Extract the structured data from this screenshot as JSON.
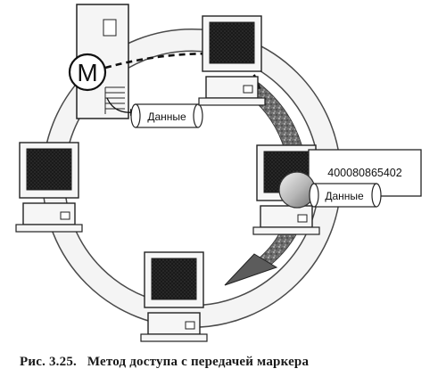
{
  "figure": {
    "token_letter": "М",
    "data_label_left": "Данные",
    "data_label_right": "Данные",
    "address_code": "400080865402"
  },
  "caption": {
    "number": "Рис. 3.25.",
    "title": "Метод доступа с передачей маркера"
  }
}
